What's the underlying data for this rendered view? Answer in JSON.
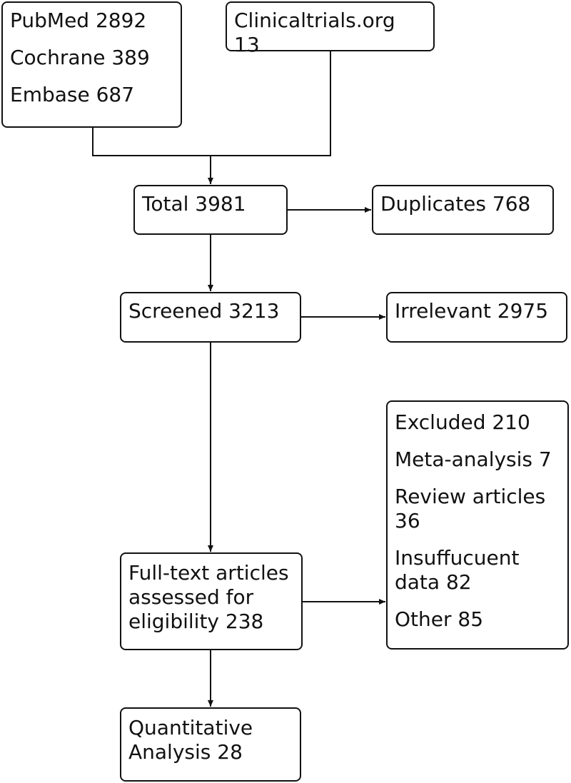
{
  "sources": {
    "databases": [
      "PubMed 2892",
      "Cochrane 389",
      "Embase 687"
    ],
    "registry": "Clinicaltrials.org 13"
  },
  "total": "Total 3981",
  "duplicates": "Duplicates 768",
  "screened": "Screened 3213",
  "irrelevant": "Irrelevant 2975",
  "fulltext": [
    "Full-text articles",
    "assessed for",
    "eligibility 238"
  ],
  "excluded": {
    "header": "Excluded 210",
    "items": [
      [
        "Meta-analysis 7"
      ],
      [
        "Review articles",
        "36"
      ],
      [
        "Insuffucuent",
        "data 82"
      ],
      [
        "Other 85"
      ]
    ]
  },
  "quantitative": [
    "Quantitative",
    "Analysis 28"
  ]
}
